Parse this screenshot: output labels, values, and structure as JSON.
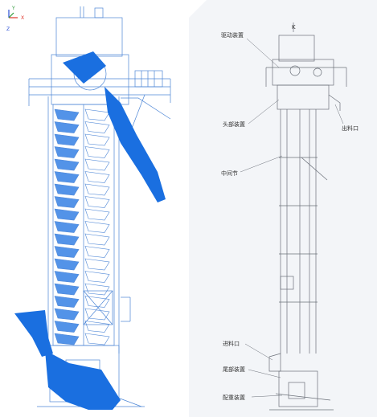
{
  "axes": {
    "x": "X",
    "y": "Y",
    "z": "Z",
    "x_color": "#e0352a",
    "y_color": "#2e9a3a",
    "z_color": "#2a4fd6"
  },
  "colors": {
    "left_lines": "#4d86d6",
    "material": "#1a6fe0",
    "right_lines": "#6b7079",
    "right_bg": "#f3f5f8"
  },
  "labels": {
    "top_mark": "K",
    "drive": "驱动装置",
    "head": "头部装置",
    "discharge": "出料口",
    "middle": "中间节",
    "inlet": "进料口",
    "tail": "尾部装置",
    "counterweight": "配重装置"
  }
}
